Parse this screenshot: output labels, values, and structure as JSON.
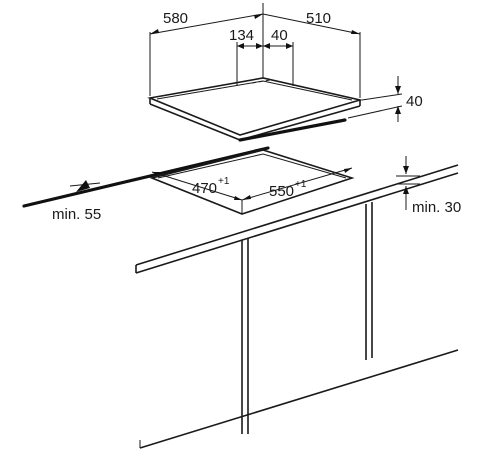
{
  "dimensions": {
    "hob_width": "580",
    "hob_depth": "510",
    "offset_side": "134",
    "offset_back": "40",
    "hob_height": "40",
    "cutout_depth": "470",
    "cutout_depth_tolerance": "+1",
    "cutout_width": "550",
    "cutout_width_tolerance": "+1",
    "min_front": "min. 55",
    "min_wall": "min. 30"
  }
}
